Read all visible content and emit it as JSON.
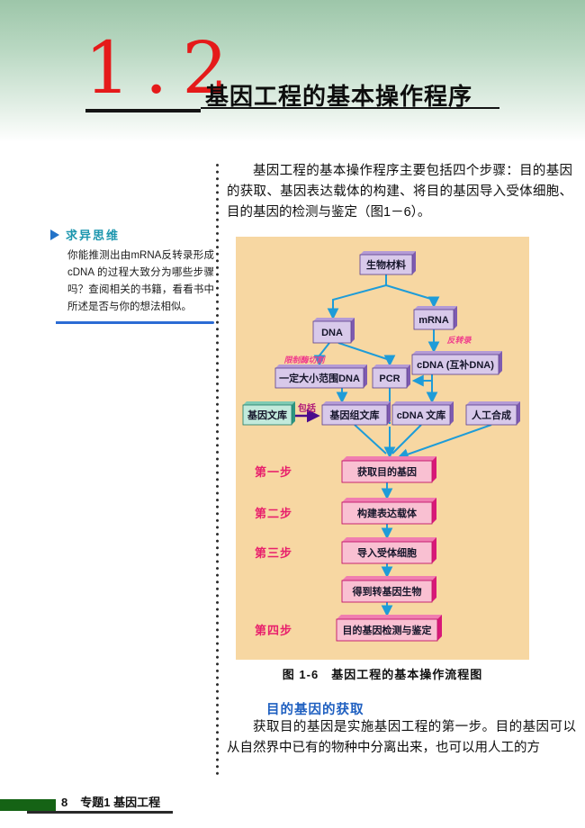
{
  "header": {
    "chapter_number": "1.2",
    "title": "基因工程的基本操作程序"
  },
  "intro": {
    "paragraph": "基因工程的基本操作程序主要包括四个步骤：目的基因的获取、基因表达载体的构建、将目的基因导入受体细胞、目的基因的检测与鉴定（图1－6）。"
  },
  "sidebar": {
    "title": "求异思维",
    "body": "你能推测出由mRNA反转录形成cDNA 的过程大致分为哪些步骤吗？查阅相关的书籍，看看书中所述是否与你的想法相似。"
  },
  "figure": {
    "caption": "图 1-6　基因工程的基本操作流程图",
    "nodes": {
      "biological_material": "生物材料",
      "dna": "DNA",
      "mrna": "mRNA",
      "cdna": "cDNA (互补DNA)",
      "size_range_dna": "一定大小范围DNA",
      "pcr": "PCR",
      "gene_library": "基因文库",
      "genomic_library": "基因组文库",
      "cdna_library": "cDNA 文库",
      "artificial_synthesis": "人工合成",
      "step1": "获取目的基因",
      "step2": "构建表达载体",
      "step3": "导入受体细胞",
      "transgenic_organism": "得到转基因生物",
      "step4": "目的基因检测与鉴定"
    },
    "step_labels": {
      "step1": "第一步",
      "step2": "第二步",
      "step3": "第三步",
      "step4": "第四步"
    },
    "edge_labels": {
      "reverse_transcription": "反转录",
      "restriction_enzyme_cut": "限制酶切割",
      "includes": "包括"
    }
  },
  "section": {
    "heading": "目的基因的获取",
    "paragraph": "获取目的基因是实施基因工程的第一步。目的基因可以从自然界中已有的物种中分离出来，也可以用人工的方"
  },
  "footer": {
    "page_number": "8",
    "label": "专题1 基因工程"
  },
  "colors": {
    "header_green": "#9dc6a9",
    "accent_red": "#e51a1a",
    "flowchart_bg": "#f7d7a2",
    "box_purple": "#d8c9ea",
    "box_purple_dark": "#7e5bb0",
    "box_teal": "#c2eadc",
    "box_teal_dark": "#2e9480",
    "box_pink": "#f9c0d2",
    "box_pink_dark": "#d81878",
    "arrow_blue": "#1e9cd8",
    "include_arrow_purple": "#4a0c8c",
    "step_label_pink": "#e8206c",
    "sidebar_teal": "#1c96ae",
    "heading_blue": "#1e5fc0",
    "footer_green": "#156315"
  }
}
